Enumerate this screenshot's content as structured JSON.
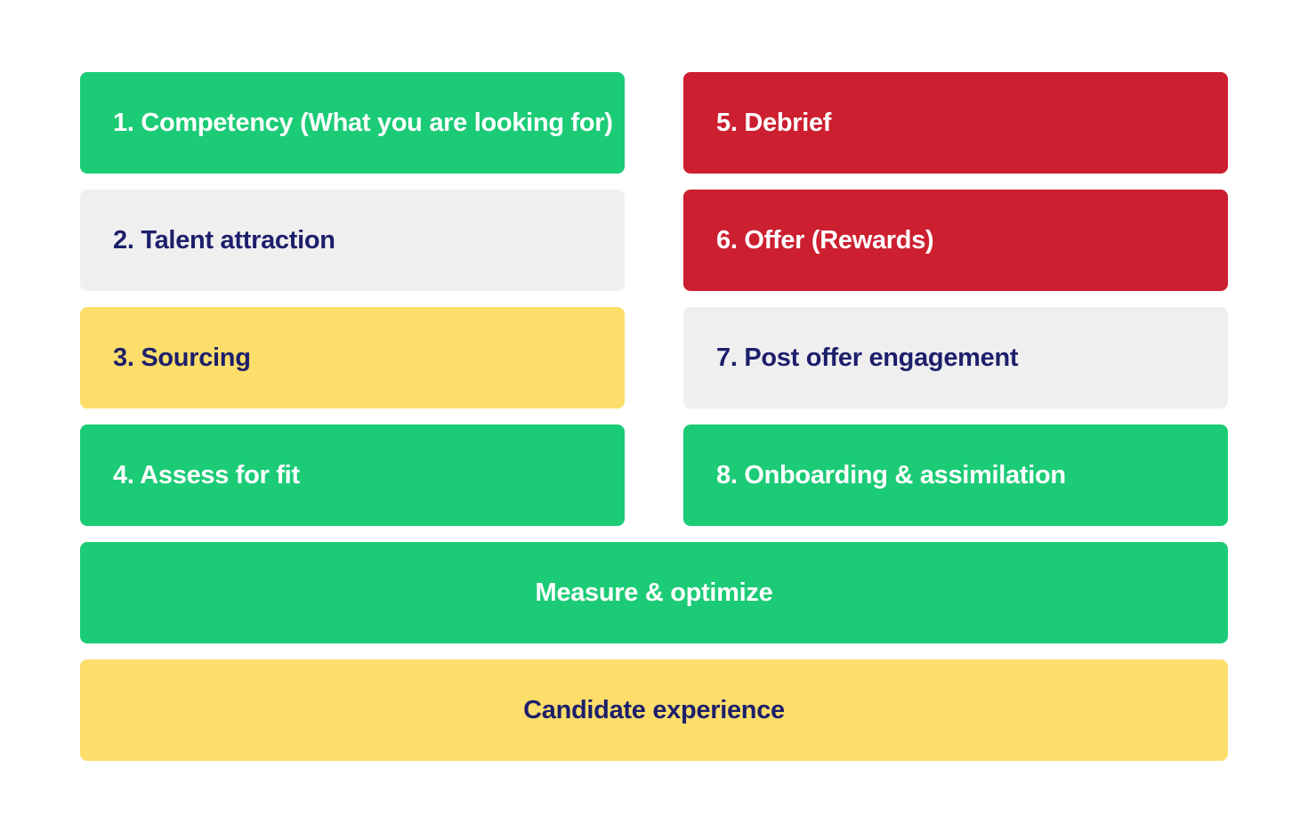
{
  "stages": {
    "s1": "1.  Competency (What you are looking for)",
    "s2": "2. Talent attraction",
    "s3": "3. Sourcing",
    "s4": "4. Assess for fit",
    "s5": "5. Debrief",
    "s6": "6. Offer (Rewards)",
    "s7": "7. Post offer engagement",
    "s8": "8. Onboarding & assimilation"
  },
  "bands": {
    "measure": "Measure & optimize",
    "candidate": "Candidate experience"
  },
  "colors": {
    "green": "#1ccb76",
    "red": "#cc1f30",
    "grey": "#efeff0",
    "yellow": "#fdde6b",
    "navy_text": "#1d1f6b",
    "white_text": "#ffffff"
  }
}
